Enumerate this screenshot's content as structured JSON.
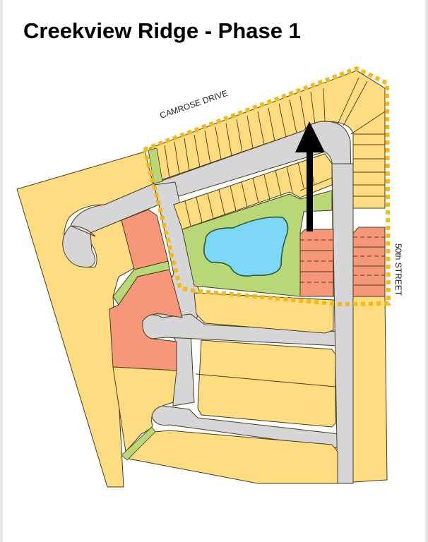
{
  "title": "Creekview Ridge - Phase 1",
  "labels": {
    "north_road": "CAMROSE DRIVE",
    "east_road": "50th STREET"
  },
  "legend_colors": {
    "residential_lot": "#fddc82",
    "multi_family_lot": "#f7977a",
    "green_space": "#b8d878",
    "pond": "#7dd8f7",
    "road": "#d6d6d8",
    "phase_boundary": "#f5b914",
    "lot_line": "#4a3c1a",
    "arrow": "#000000"
  },
  "map": {
    "phase_boundary_style": "dotted",
    "indicator": "north-arrow-pointing-to-phase"
  }
}
